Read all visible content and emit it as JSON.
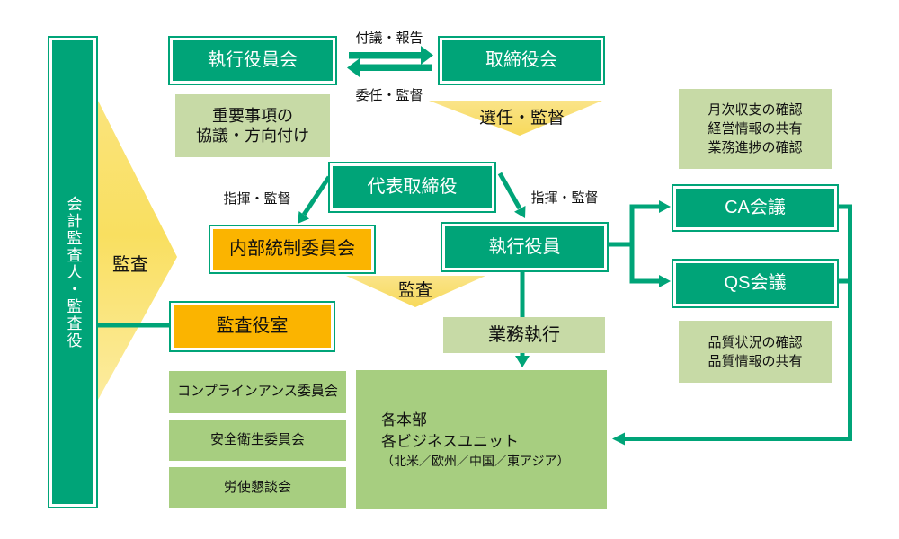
{
  "colors": {
    "green": "#00A478",
    "pale_green": "#C7DAA6",
    "mid_green": "#A7CE80",
    "orange": "#FBB400",
    "yellow": "#F9E06A",
    "text_dark": "#111111",
    "text_light": "#FFFFFF"
  },
  "nodes": {
    "accounting_auditor": {
      "label": "会計監査人・監査役"
    },
    "executive_officers_meeting": {
      "label": "執行役員会"
    },
    "board_of_directors": {
      "label": "取締役会"
    },
    "important_matters": {
      "lines": [
        "重要事項の",
        "協議・方向付け"
      ]
    },
    "representative_director": {
      "label": "代表取締役"
    },
    "internal_control_committee": {
      "label": "内部統制委員会"
    },
    "executive_officers": {
      "label": "執行役員"
    },
    "audit_office": {
      "label": "監査役室"
    },
    "monthly_review": {
      "lines": [
        "月次収支の確認",
        "経営情報の共有",
        "業務進捗の確認"
      ]
    },
    "ca_meeting": {
      "label": "CA会議"
    },
    "qs_meeting": {
      "label": "QS会議"
    },
    "quality_review": {
      "lines": [
        "品質状況の確認",
        "品質情報の共有"
      ]
    },
    "business_execution": {
      "label": "業務執行"
    },
    "business_units": {
      "lines": [
        "各本部",
        "各ビジネスユニット",
        "（北米／欧州／中国／東アジア）"
      ]
    },
    "compliance_committee": {
      "label": "コンプラインアンス委員会"
    },
    "safety_health_committee": {
      "label": "安全衛生委員会"
    },
    "labor_management_council": {
      "label": "労使懇談会"
    }
  },
  "edge_labels": {
    "submission_report": "付議・報告",
    "delegation_supervision": "委任・監督",
    "appointment_supervision": "選任・監督",
    "direction_supervision_left": "指揮・監督",
    "direction_supervision_right": "指揮・監督",
    "audit_left": "監査",
    "audit_center": "監査"
  }
}
